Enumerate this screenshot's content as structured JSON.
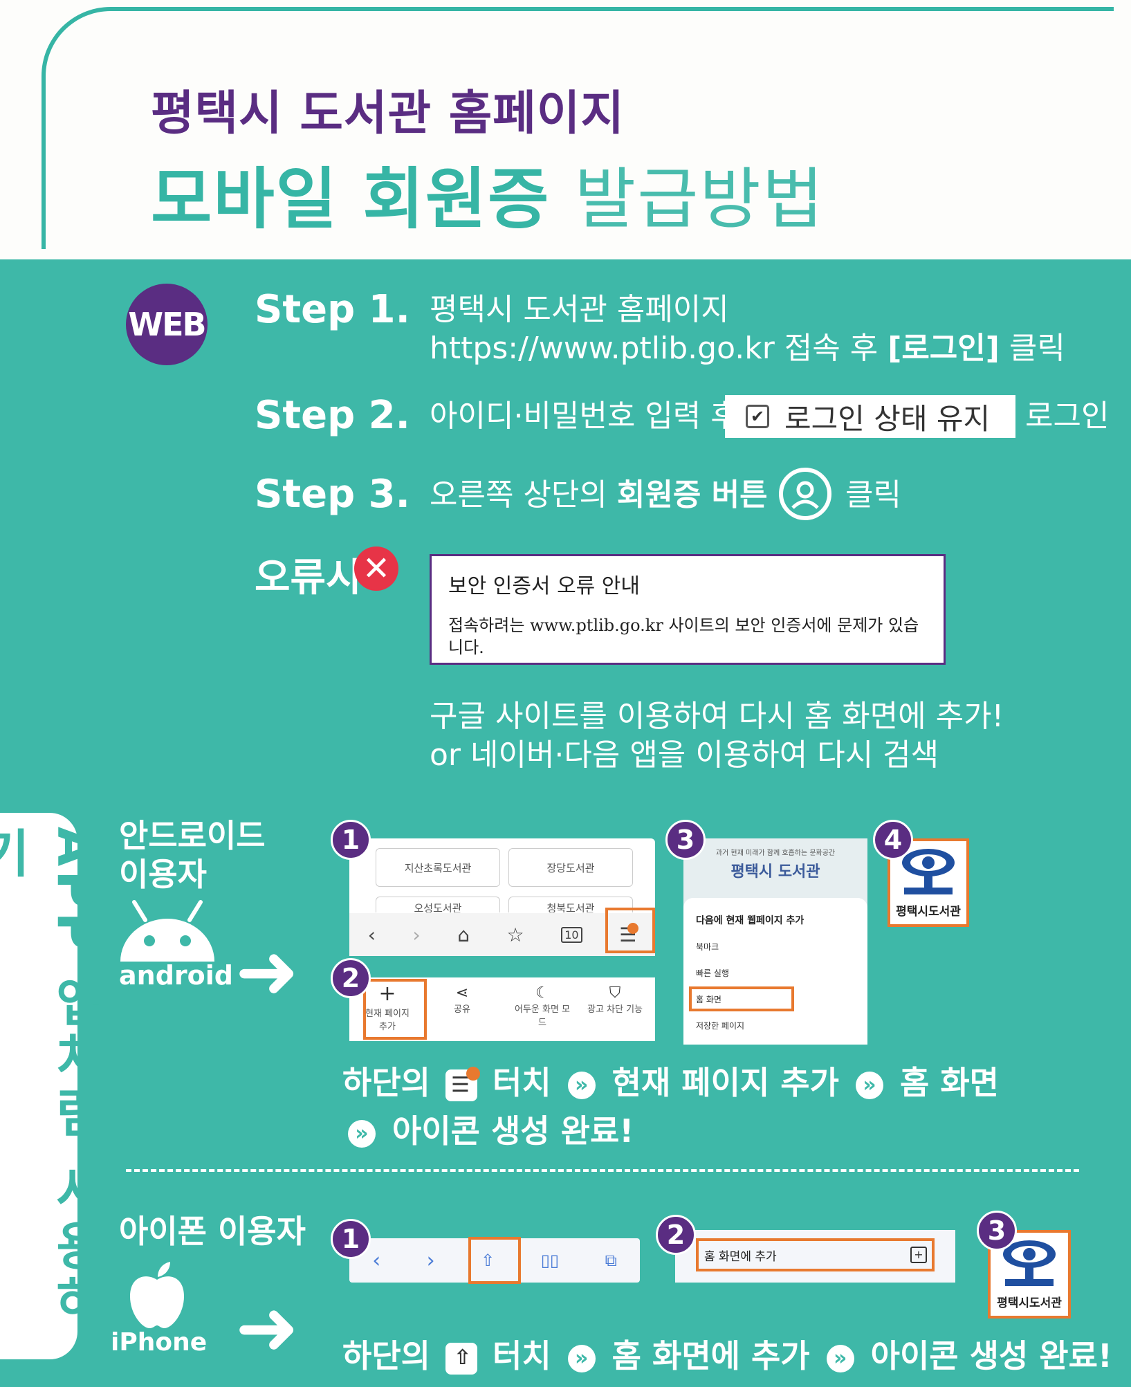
{
  "header": {
    "title_line1": "평택시 도서관 홈페이지",
    "title_line2_bold": "모바일 회원증",
    "title_line2_thin": "발급방법"
  },
  "web": {
    "badge": "WEB",
    "step1": {
      "label": "Step 1.",
      "line1": "평택시 도서관 홈페이지",
      "line2_a": "https://www.ptlib.go.kr 접속 후 ",
      "line2_b": "[로그인]",
      "line2_c": " 클릭"
    },
    "step2": {
      "label": "Step 2.",
      "pre": "아이디·비밀번호 입력 후",
      "checkbox_label": "로그인 상태 유지",
      "post": "로그인"
    },
    "step3": {
      "label": "Step 3.",
      "pre": "오른쪽 상단의 ",
      "bold": "회원증 버튼",
      "post": "클릭"
    },
    "error": {
      "label": "오류시",
      "box_title": "보안 인증서 오류 안내",
      "box_body": "접속하려는 www.ptlib.go.kr 사이트의 보안 인증서에 문제가 있습니다.",
      "hint1": "구글 사이트를 이용하여 다시 홈 화면에 추가!",
      "hint2": "or 네이버·다음 앱을 이용하여 다시 검색"
    }
  },
  "app": {
    "side_title": "APP 앱처럼 사용하기",
    "android": {
      "label1": "안드로이드",
      "label2": "이용자",
      "os": "android",
      "s1_tiles": [
        "지산초록도서관",
        "장당도서관",
        "오성도서관",
        "청북도서관"
      ],
      "s1_tab_count": "10",
      "s2_items": [
        "현재 페이지 추가",
        "공유",
        "어두운 화면 모드",
        "광고 차단 기능"
      ],
      "s3_top_small": "과거 현재 미래가 함께 호흡하는 문화공간",
      "s3_top_title": "평택시 도서관",
      "s3_menu_title": "다음에 현재 웹페이지 추가",
      "s3_items": [
        "북마크",
        "빠른 실행",
        "홈 화면",
        "저장한 페이지"
      ],
      "logo_name": "평택시도서관",
      "inst_pre": "하단의",
      "inst_a": "터치",
      "inst_b": "현재 페이지 추가",
      "inst_c": "홈 화면",
      "inst_d": "아이콘 생성 완료!",
      "nums": [
        "1",
        "2",
        "3",
        "4"
      ]
    },
    "iphone": {
      "label": "아이폰 이용자",
      "os": "iPhone",
      "s2_text": "홈 화면에 추가",
      "logo_name": "평택시도서관",
      "inst_pre": "하단의",
      "inst_a": "터치",
      "inst_b": "홈 화면에 추가",
      "inst_c": "아이콘 생성 완료!",
      "nums": [
        "1",
        "2",
        "3"
      ]
    }
  },
  "colors": {
    "teal": "#3eb8a8",
    "purple": "#5a2d82",
    "orange": "#e8792f",
    "red": "#e73447"
  }
}
